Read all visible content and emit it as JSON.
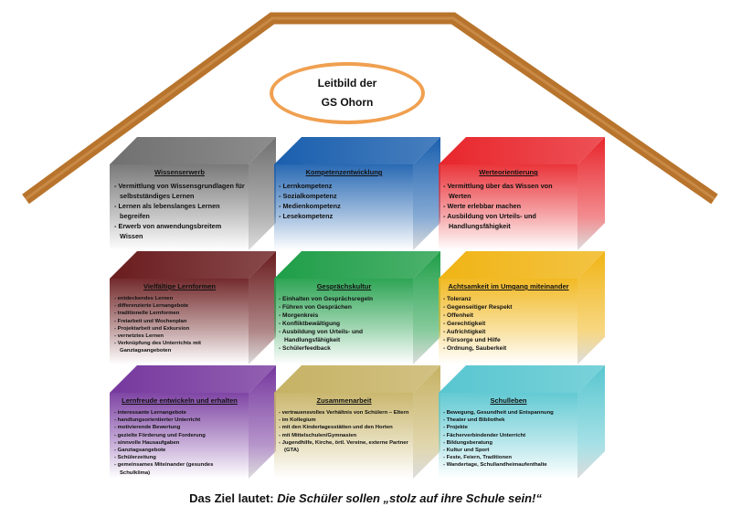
{
  "header": {
    "line1": "Leitbild der",
    "line2": "GS Ohorn"
  },
  "boxes": [
    {
      "title": "Wissenserwerb",
      "color": "#707070",
      "items": [
        "Vermittlung von Wissensgrundlagen für selbstständiges Lernen",
        "Lernen als lebenslanges Lernen begreifen",
        "Erwerb von anwendungsbreitem Wissen"
      ]
    },
    {
      "title": "Kompetenzentwicklung",
      "color": "#1a5fae",
      "items": [
        "Lernkompetenz",
        "Sozialkompetenz",
        "Medienkompetenz",
        "Lesekompetenz"
      ]
    },
    {
      "title": "Werteorientierung",
      "color": "#e8262c",
      "items": [
        "Vermittlung über das Wissen von Werten",
        "Werte erlebbar machen",
        "Ausbildung von Urteils- und Handlungsfähigkeit"
      ]
    },
    {
      "title": "Vielfältige Lernformen",
      "color": "#6a1c1e",
      "items": [
        "entdeckendes Lernen",
        "differenzierte Lernangebote",
        "traditionelle Lernformen",
        "Freiarbeit und Wochenplan",
        "Projektarbeit und Exkursion",
        "vernetztes Lernen",
        "Verknüpfung des Unterrichts mit Ganztagsangeboten"
      ]
    },
    {
      "title": "Gesprächskultur",
      "color": "#1f9e48",
      "items": [
        "Einhalten von Gesprächsregeln",
        "Führen von Gesprächen",
        "Morgenkreis",
        "Konfliktbewältigung",
        "Ausbildung von Urteils- und Handlungsfähigkeit",
        "Schülerfeedback"
      ]
    },
    {
      "title": "Achtsamkeit im Umgang miteinander",
      "color": "#f0b414",
      "items": [
        "Toleranz",
        "Gegenseitiger Respekt",
        "Offenheit",
        "Gerechtigkeit",
        "Aufrichtigkeit",
        "Fürsorge und Hilfe",
        "Ordnung, Sauberkeit"
      ]
    },
    {
      "title": "Lernfreude entwickeln und erhalten",
      "color": "#76389e",
      "items": [
        "interessante Lernangebote",
        "handlungsorientierter Unterricht",
        "motivierende Bewertung",
        "gezielte Förderung und Forderung",
        "sinnvolle Hausaufgaben",
        "Ganztagsangebote",
        "Schülerzeitung",
        "gemeinsames Miteinander (gesundes Schulklima)"
      ]
    },
    {
      "title": "Zusammenarbeit",
      "color": "#c6b264",
      "items": [
        "vertrauensvolles Verhältnis von Schülern – Eltern",
        "im Kollegium",
        "mit den Kindertagesstätten und den Horten",
        "mit Mittelschulen/Gymnasien",
        "Jugendhilfe, Kirche, örtl. Vereine, externe Partner (GTA)"
      ]
    },
    {
      "title": "Schulleben",
      "color": "#58c6d0",
      "items": [
        "Bewegung, Gesundheit und Entspannung",
        "Theater und Bibliothek",
        "Projekte",
        "Fächerverbindender Unterricht",
        "Bildungsberatung",
        "Kultur und Sport",
        "Feste, Feiern, Traditionen",
        "Wandertage, Schullandheimaufenthalte"
      ]
    }
  ],
  "footer": {
    "prefix": "Das Ziel lautet: ",
    "goal": "Die Schüler sollen „stolz auf ihre Schule sein!“"
  },
  "colors": {
    "roof": "#b8742c",
    "oval": "#f0a050"
  }
}
